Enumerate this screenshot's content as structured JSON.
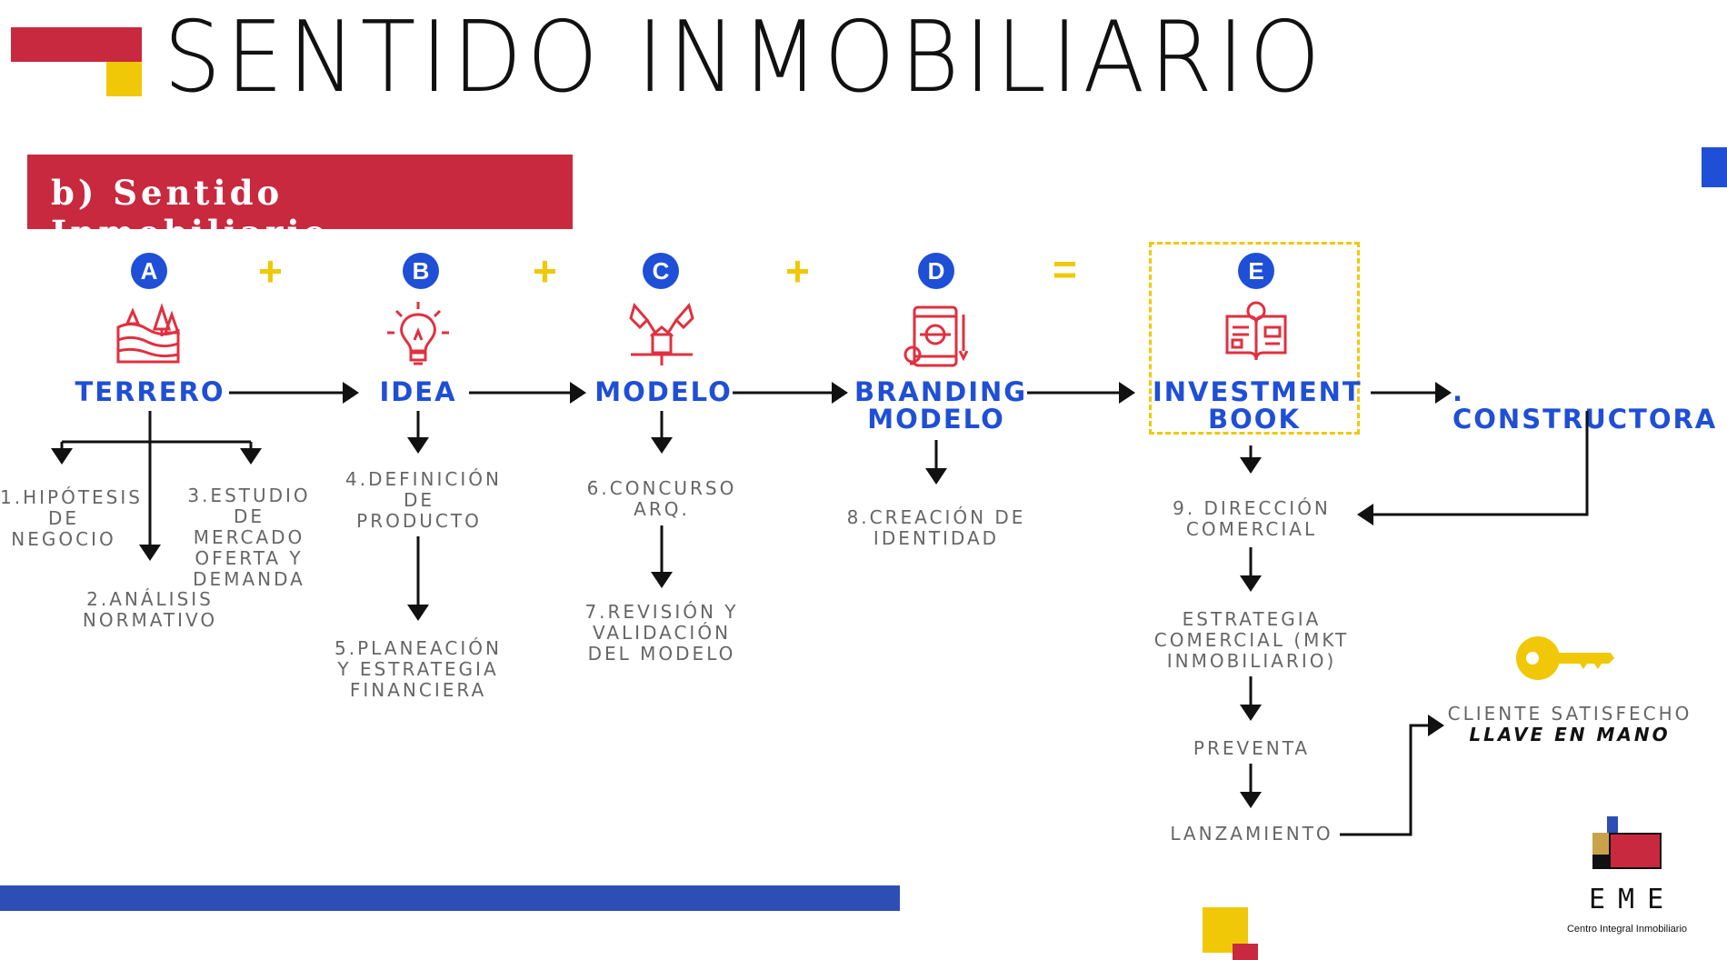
{
  "title": "SENTIDO INMOBILIARIO",
  "section_label": "b) Sentido Inmobiliario",
  "operators": [
    "+",
    "+",
    "+",
    "="
  ],
  "stages": [
    {
      "letter": "A",
      "label": "TERRERO",
      "icon": "land-trees-icon"
    },
    {
      "letter": "B",
      "label": "IDEA",
      "icon": "lightbulb-icon"
    },
    {
      "letter": "C",
      "label": "MODELO",
      "icon": "architect-tools-icon"
    },
    {
      "letter": "D",
      "label": "BRANDING MODELO",
      "icon": "tablet-branding-icon"
    },
    {
      "letter": "E",
      "label": "INVESTMENT BOOK",
      "icon": "investment-book-icon"
    },
    {
      "letter": "",
      "label": ". CONSTRUCTORA",
      "icon": ""
    }
  ],
  "steps": {
    "s1": "1.HIPÓTESIS DE NEGOCIO",
    "s2": "2.ANÁLISIS NORMATIVO",
    "s3": "3.ESTUDIO DE MERCADO OFERTA Y DEMANDA",
    "s4": "4.DEFINICIÓN DE PRODUCTO",
    "s5": "5.PLANEACIÓN Y ESTRATEGIA FINANCIERA",
    "s6": "6.CONCURSO ARQ.",
    "s7": "7.REVISIÓN Y VALIDACIÓN DEL MODELO",
    "s8": "8.CREACIÓN DE IDENTIDAD",
    "s9": "9. DIRECCIÓN COMERCIAL",
    "estrategia": "ESTRATEGIA COMERCIAL (MKT INMOBILIARIO)",
    "preventa": "PREVENTA",
    "lanzamiento": "LANZAMIENTO"
  },
  "result": {
    "line1": "CLIENTE SATISFECHO",
    "line2": "LLAVE EN MANO",
    "icon": "key-icon"
  },
  "logo": {
    "text": "EME",
    "tagline": "Centro Integral Inmobiliario"
  },
  "colors": {
    "red": "#c8293f",
    "yellow": "#f0c808",
    "blue": "#1f4fd6",
    "dark_blue": "#2c4eb5"
  }
}
